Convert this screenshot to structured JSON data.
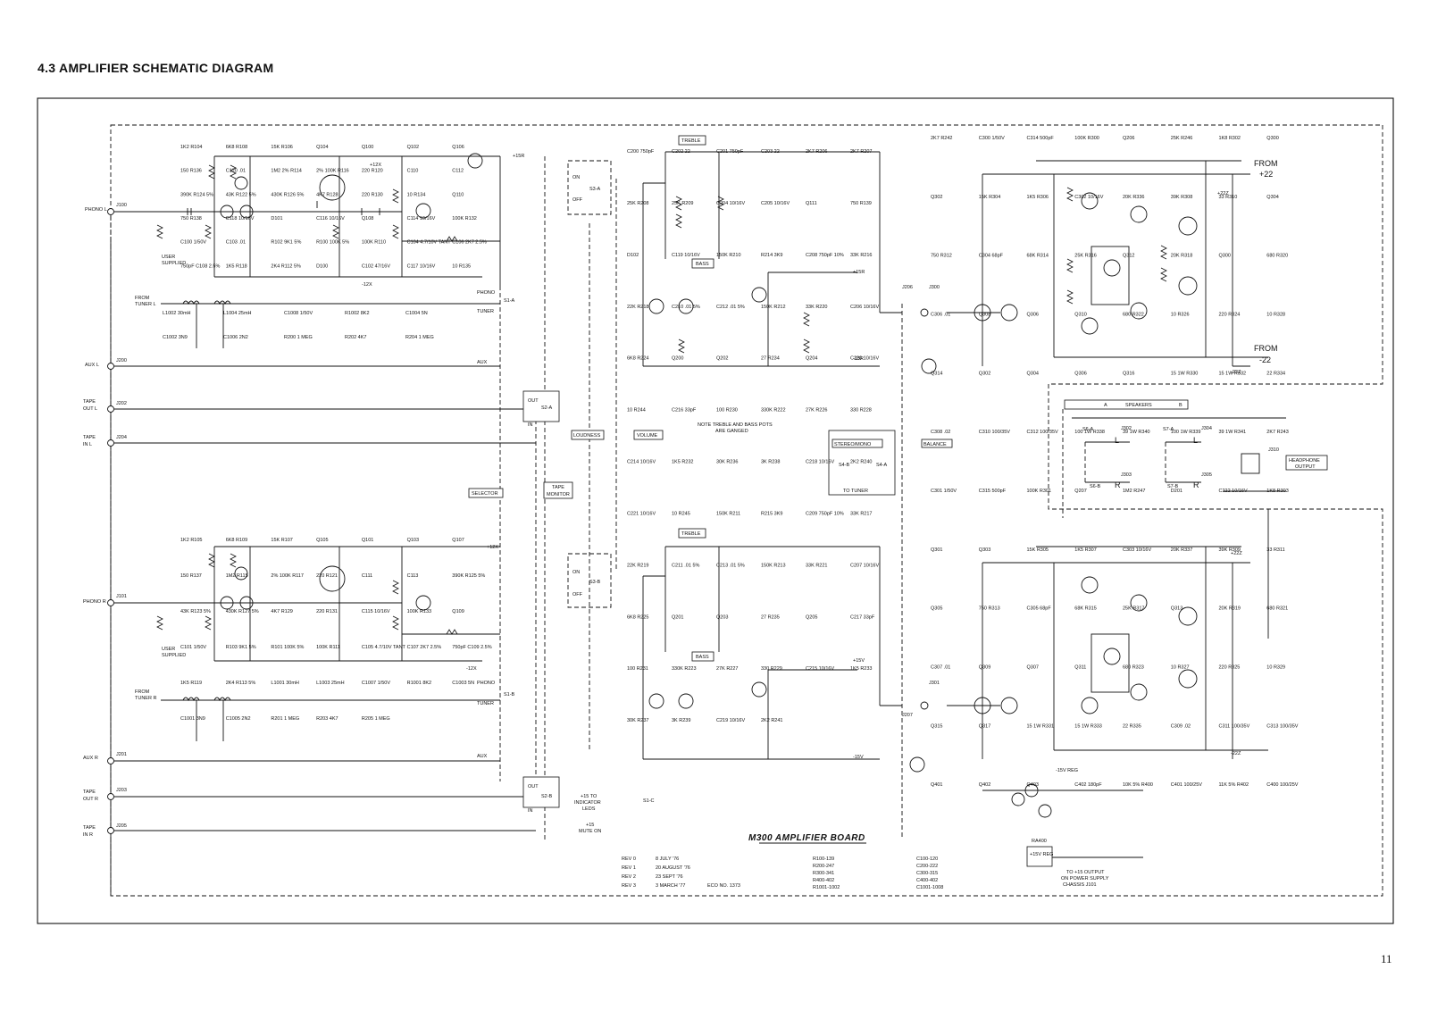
{
  "heading": "4.3 AMPLIFIER SCHEMATIC DIAGRAM",
  "page_number": "11",
  "board_title": "M300 AMPLIFIER BOARD",
  "boxed_labels": {
    "treble_l": "TREBLE",
    "bass_l": "BASS",
    "treble_r": "TREBLE",
    "bass_r": "BASS",
    "loudness": "LOUDNESS",
    "volume": "VOLUME",
    "selector": "SELECTOR",
    "tape_monitor_1": "TAPE",
    "tape_monitor_2": "MONITOR",
    "stereo_mono": "STEREO/MONO",
    "balance": "BALANCE",
    "speakers_a": "A",
    "speakers": "SPEAKERS",
    "speakers_b": "B",
    "headphone_1": "HEADPHONE",
    "headphone_2": "OUTPUT"
  },
  "note": [
    "NOTE TREBLE AND BASS POTS",
    "ARE GANGED"
  ],
  "inputs": {
    "phono_l": "PHONO L",
    "from_tuner_l": "FROM",
    "tuner_l": "TUNER L",
    "aux_l": "AUX L",
    "tape_out_l": [
      "TAPE",
      "OUT L"
    ],
    "tape_in_l": [
      "TAPE",
      "IN L"
    ],
    "phono_r": "PHONO R",
    "from_tuner_r": "FROM",
    "tuner_r": "TUNER R",
    "aux_r": "AUX R",
    "tape_out_r": [
      "TAPE",
      "OUT R"
    ],
    "tape_in_r": [
      "TAPE",
      "IN R"
    ],
    "user_supplied": [
      "USER",
      "SUPPLIED"
    ]
  },
  "jacks": {
    "j100": "J100",
    "j200": "J200",
    "j202": "J202",
    "j204": "J204",
    "j101": "J101",
    "j201": "J201",
    "j203": "J203",
    "j205": "J205",
    "j206": "J206",
    "j300": "J300",
    "j207": "J207",
    "j301": "J301",
    "j302": "J302",
    "j304": "J304",
    "j303": "J303",
    "j305": "J305",
    "j310": "J310"
  },
  "switch_labels": {
    "s1a": "S1-A",
    "s1b": "S1-B",
    "s1c": "S1-C",
    "s2a": "S2-A",
    "s2b": "S2-B",
    "s3a": "S3-A",
    "s3b": "S3-B",
    "s4a": "S4-A",
    "s4b": "S4-B",
    "s6a": "S6-A",
    "s6b": "S6-B",
    "s7a": "S7-A",
    "s7b": "S7-B",
    "on": "ON",
    "off": "OFF",
    "out": "OUT",
    "in": "IN",
    "phono": "PHONO",
    "tuner": "TUNER",
    "aux": "AUX",
    "to_tuner": "TO TUNER",
    "l": "L",
    "r": "R"
  },
  "power": {
    "from_p22": [
      "FROM",
      "+22"
    ],
    "from_m22": [
      "FROM",
      "-22"
    ],
    "p15r": "+15R",
    "m15r": "-15R",
    "p15v": "+15V",
    "m15v": "-15V",
    "p12x": "+12X",
    "m12x": "-12X",
    "p22z": "+22Z",
    "m22z": "-22Z",
    "m15v_reg": "-15V REG",
    "p15_reg": "+15V REG",
    "ra400": "RA400",
    "indicator": [
      "+15 TO",
      "INDICATOR",
      "LEDS"
    ],
    "mute": [
      "+15",
      "MUTE ON"
    ],
    "power_supply": [
      "TO +15 OUTPUT",
      "ON POWER SUPPLY",
      "CHASSIS J101"
    ]
  },
  "components_left_top": [
    "1K2 R104",
    "6K8 R108",
    "15K R106",
    "Q104",
    "Q100",
    "Q102",
    "Q106",
    "150 R136",
    "C120 .01",
    "1M2 2% R114",
    "2% 100K R116",
    "220 R120",
    "C110",
    "C112",
    "390K R124 5%",
    "43K R122 5%",
    "430K R126 5%",
    "4K7 R128",
    "220 R130",
    "10 R134",
    "Q110",
    "750 R138",
    "C118 10/16V",
    "D101",
    "C116 10/16V",
    "Q108",
    "C114 10/16V",
    "100K R132",
    "C100 1/50V",
    "C103 .01",
    "R102 9K1 5%",
    "R100 100K 5%",
    "100K R110",
    "C104 4.7/10V TANT",
    "C106 2K7 2.5%",
    "750pF C108 2.5%",
    "1K5 R118",
    "2K4 R112 5%",
    "D100",
    "C102 47/16V",
    "C117 10/16V",
    "10 R135"
  ],
  "components_left_tuner": [
    "L1002 30mH",
    "L1004 25mH",
    "C1008 1/50V",
    "R1002 8K2",
    "C1004 5N",
    "C1002 3N9",
    "C1006 2N2",
    "R200 1 MEG",
    "R202 4K7",
    "R204 1 MEG"
  ],
  "components_left_bottom": [
    "1K2 R105",
    "6K8 R109",
    "15K R107",
    "Q105",
    "Q101",
    "Q103",
    "Q107",
    "150 R137",
    "1M2 R115",
    "2% 100K R117",
    "220 R121",
    "C111",
    "C113",
    "390K R125 5%",
    "43K R123 5%",
    "430K R127 5%",
    "4K7 R129",
    "220 R131",
    "C115 10/16V",
    "100K R133",
    "Q109",
    "C101 1/50V",
    "R103 9K1 5%",
    "R101 100K 5%",
    "100K R111",
    "C105 4.7/10V TANT",
    "C107 2K7 2.5%",
    "750pF C109 2.5%",
    "1K5 R119",
    "2K4 R113 5%",
    "L1001 30mH",
    "L1003 25mH",
    "C1007 1/50V",
    "R1001 8K2",
    "C1003 5N",
    "C1001 3N9",
    "C1005 2N2",
    "R201 1 MEG",
    "R203 4K7",
    "R205 1 MEG"
  ],
  "components_tone": [
    "C200 750pF",
    "C202 22",
    "C201 750pF",
    "C203 22",
    "2K7 R206",
    "2K7 R207",
    "25K R208",
    "25K R209",
    "C204 10/16V",
    "C205 10/16V",
    "Q111",
    "750 R139",
    "D102",
    "C119 10/16V",
    "150K R210",
    "R214 3K9",
    "C208 750pF 10%",
    "33K R216",
    "22K R218",
    "C210 .01 5%",
    "C212 .01 5%",
    "150K R212",
    "33K R220",
    "C206 10/16V",
    "6K8 R224",
    "Q200",
    "Q202",
    "27 R234",
    "Q204",
    "C220 10/16V",
    "10 R244",
    "C216 33pF",
    "100 R230",
    "330K R222",
    "27K R226",
    "330 R228",
    "C214 10/16V",
    "1K5 R232",
    "30K R236",
    "3K R238",
    "C218 10/16V",
    "2K2 R240",
    "C221 10/16V",
    "10 R245",
    "150K R211",
    "R215 3K9",
    "C209 750pF 10%",
    "33K R217",
    "22K R219",
    "C211 .01 5%",
    "C213 .01 5%",
    "150K R213",
    "33K R221",
    "C207 10/16V",
    "6K8 R225",
    "Q201",
    "Q203",
    "27 R235",
    "Q205",
    "C217 33pF",
    "100 R231",
    "330K R223",
    "27K R227",
    "330 R229",
    "C215 10/16V",
    "1K5 R233",
    "30K R237",
    "3K R239",
    "C219 10/16V",
    "2K2 R241"
  ],
  "components_power_amp": [
    "2K7 R242",
    "C300 1/50V",
    "C314 500pF",
    "100K R300",
    "Q206",
    "25K R246",
    "1K8 R302",
    "Q300",
    "Q302",
    "15K R304",
    "1K5 R306",
    "C302 10/16V",
    "20K R336",
    "39K R308",
    "33 R310",
    "Q304",
    "750 R312",
    "C304 68pF",
    "68K R314",
    "25K R316",
    "Q312",
    "20K R318",
    "Q300",
    "680 R320",
    "C306 .01",
    "Q308",
    "Q306",
    "Q310",
    "680 R322",
    "10 R326",
    "220 R324",
    "10 R328",
    "Q314",
    "Q302",
    "Q304",
    "Q306",
    "Q316",
    "15 1W R330",
    "15 1W R332",
    "22 R334",
    "C308 .02",
    "C310 100/35V",
    "C312 100/35V",
    "100 1W R338",
    "39 1W R340",
    "100 1W R339",
    "39 1W R341",
    "2K7 R243",
    "C301 1/50V",
    "C315 500pF",
    "100K R301",
    "Q207",
    "1M2 R247",
    "D201",
    "C222 10/16V",
    "1K8 R303",
    "Q301",
    "Q303",
    "15K R305",
    "1K5 R307",
    "C303 10/16V",
    "20K R337",
    "39K R309",
    "33 R311",
    "Q305",
    "750 R313",
    "C305 68pF",
    "68K R315",
    "25K R317",
    "Q313",
    "20K R319",
    "680 R321",
    "C307 .01",
    "Q309",
    "Q307",
    "Q311",
    "680 R323",
    "10 R327",
    "220 R325",
    "10 R329",
    "Q315",
    "Q317",
    "15 1W R331",
    "15 1W R333",
    "22 R335",
    "C309 .02",
    "C311 100/35V",
    "C313 100/35V",
    "Q401",
    "Q402",
    "Q403",
    "C402 180pF",
    "10K 5% R400",
    "C401 100/25V",
    "11K 5% R402",
    "C400 100/25V"
  ],
  "revisions": [
    {
      "rev": "REV 0",
      "date": "8 JULY '76",
      "eco": ""
    },
    {
      "rev": "REV 1",
      "date": "20 AUGUST '76",
      "eco": ""
    },
    {
      "rev": "REV 2",
      "date": "23 SEPT '76",
      "eco": ""
    },
    {
      "rev": "REV 3",
      "date": "3 MARCH '77",
      "eco": "ECO NO. 1373"
    }
  ],
  "ranges_r": [
    "R100-139",
    "R200-247",
    "R300-341",
    "R400-402",
    "R1001-1002"
  ],
  "ranges_c": [
    "C100-120",
    "C200-222",
    "C300-315",
    "C400-402",
    "C1001-1008"
  ]
}
